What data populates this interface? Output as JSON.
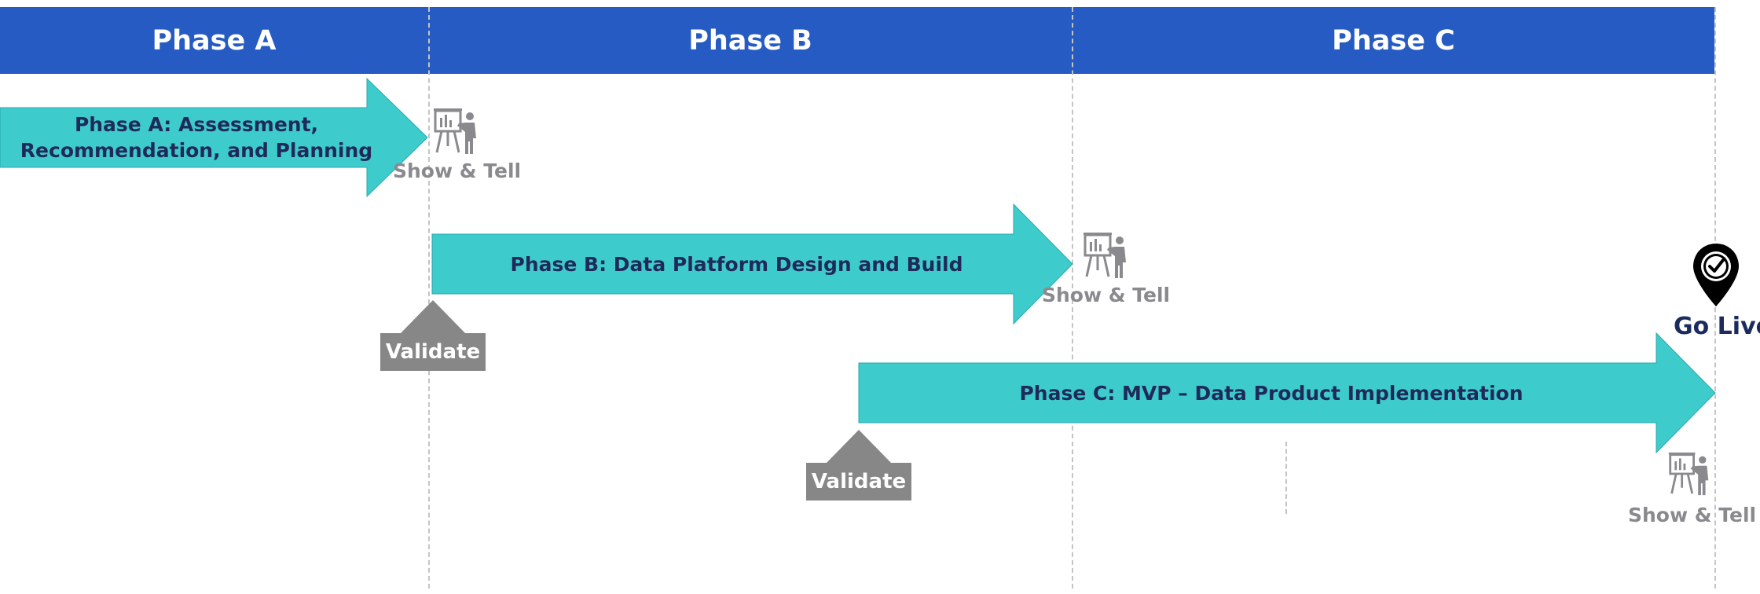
{
  "phases": [
    {
      "label": "Phase A"
    },
    {
      "label": "Phase B"
    },
    {
      "label": "Phase C"
    }
  ],
  "arrows": {
    "a": {
      "line1": "Phase A: Assessment,",
      "line2": "Recommendation, and Planning"
    },
    "b": {
      "label": "Phase B: Data Platform Design and Build"
    },
    "c": {
      "label": "Phase C: MVP – Data Product Implementation"
    }
  },
  "milestones": {
    "show_tell_a": "Show & Tell",
    "show_tell_b": "Show & Tell",
    "show_tell_c": "Show & Tell",
    "validate_b": "Validate",
    "validate_c": "Validate",
    "go_live": "Go Live"
  },
  "icons": {
    "presenter": "presentation-board-icon",
    "pin": "location-pin-check-icon"
  },
  "colors": {
    "header": "#255bc2",
    "arrow_fill": "#3ecbcc",
    "text_dark": "#1f2a5a",
    "gray": "#8a8a8e",
    "validate_fill": "#878787"
  }
}
